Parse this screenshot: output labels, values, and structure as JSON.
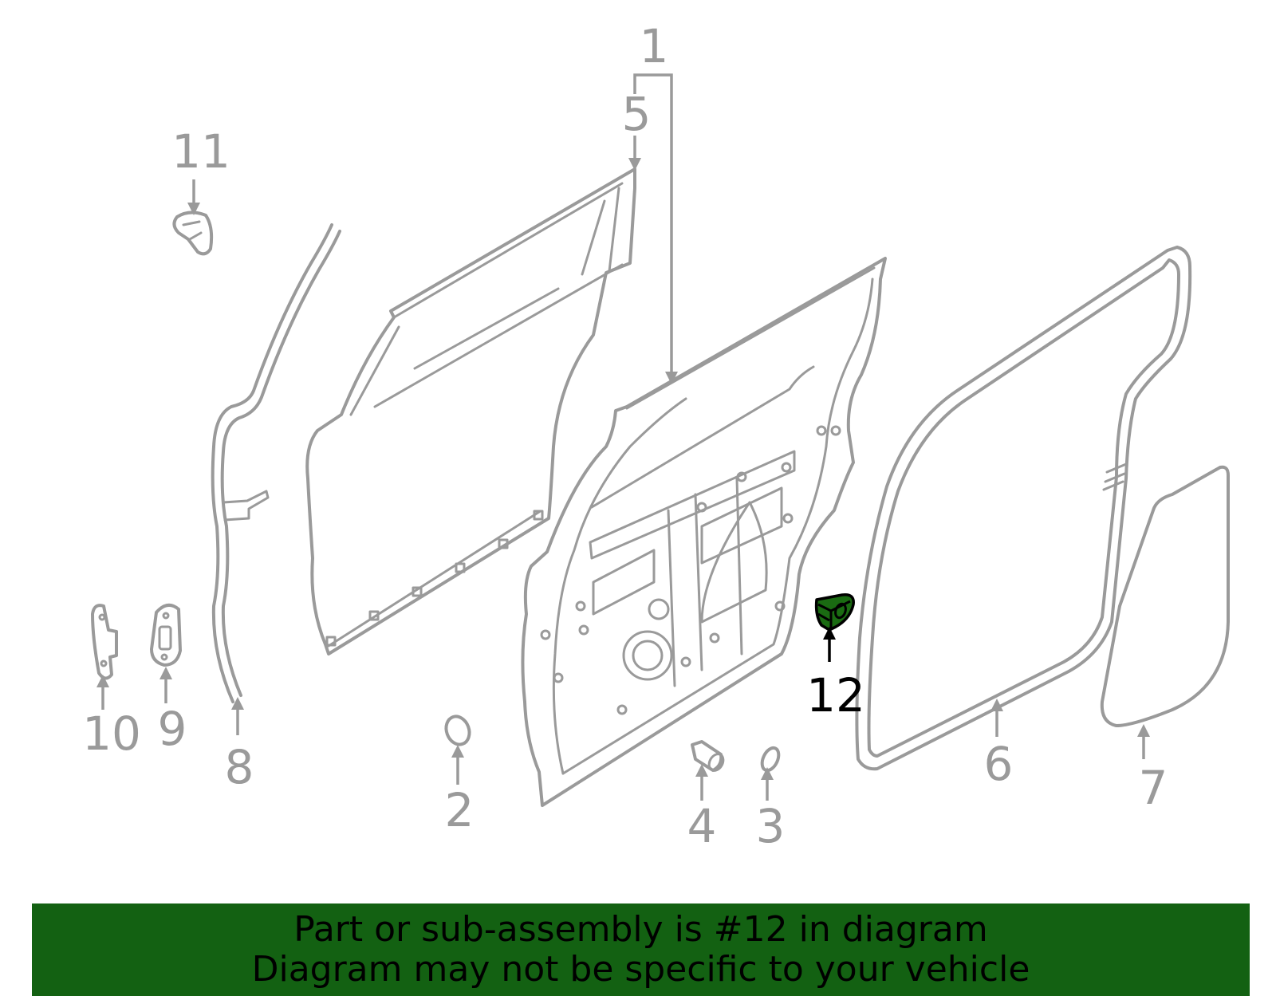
{
  "diagram": {
    "callouts": {
      "c1": "1",
      "c2": "2",
      "c3": "3",
      "c4": "4",
      "c5": "5",
      "c6": "6",
      "c7": "7",
      "c8": "8",
      "c9": "9",
      "c10": "10",
      "c11": "11",
      "c12": "12"
    },
    "highlighted_part": "12",
    "highlight_color": "#1a6b12",
    "line_color": "#9a9a9a"
  },
  "banner": {
    "line1": "Part or sub-assembly is #12 in diagram",
    "line2": "Diagram may not be specific to your vehicle",
    "background": "#136112"
  }
}
